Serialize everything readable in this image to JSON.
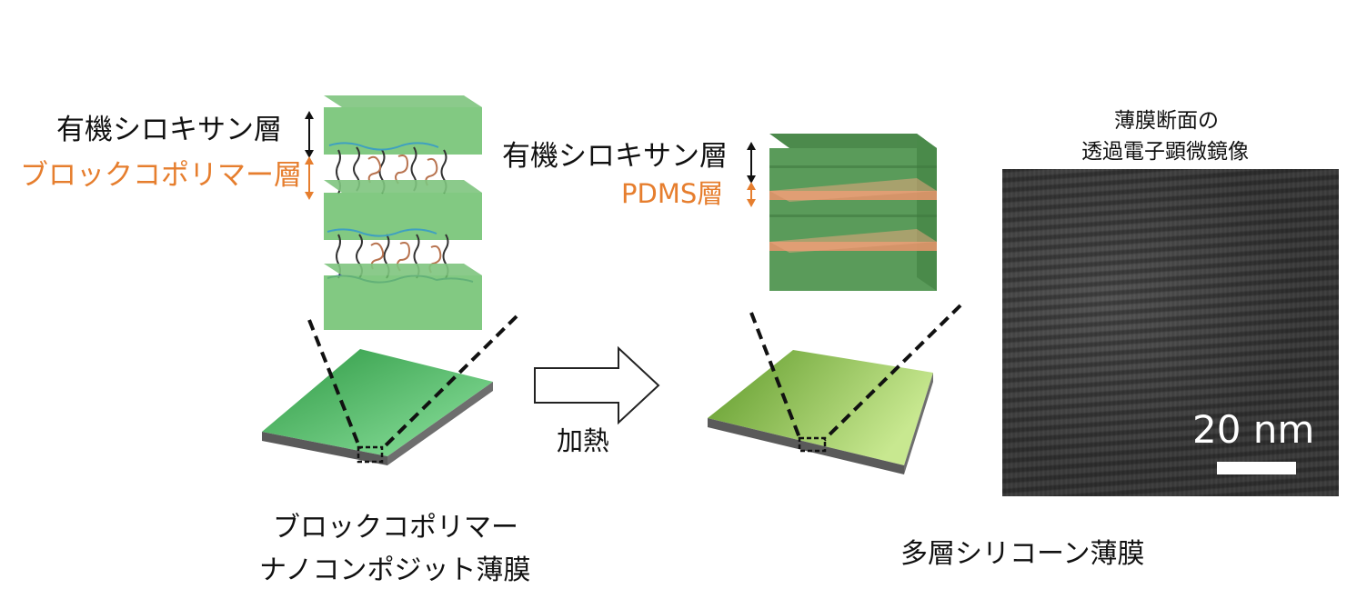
{
  "left_diagram": {
    "label_organosiloxane": "有機シロキサン層",
    "label_block_copolymer": "ブロックコポリマー層",
    "caption_line1": "ブロックコポリマー",
    "caption_line2": "ナノコンポジット薄膜"
  },
  "arrow": {
    "label": "加熱"
  },
  "right_diagram": {
    "label_organosiloxane": "有機シロキサン層",
    "label_pdms": "PDMS層",
    "caption": "多層シリコーン薄膜"
  },
  "tem": {
    "title_line1": "薄膜断面の",
    "title_line2": "透過電子顕微鏡像",
    "scale_label": "20 nm"
  },
  "colors": {
    "label_black": "#111111",
    "label_orange": "#e67e2e",
    "block_green": "#6cbf6c",
    "film_green_left": "#4fb85a",
    "film_green_right": "#8fc94a",
    "pdms_band": "#e2946a",
    "tem_background": "#3a3a3a"
  }
}
